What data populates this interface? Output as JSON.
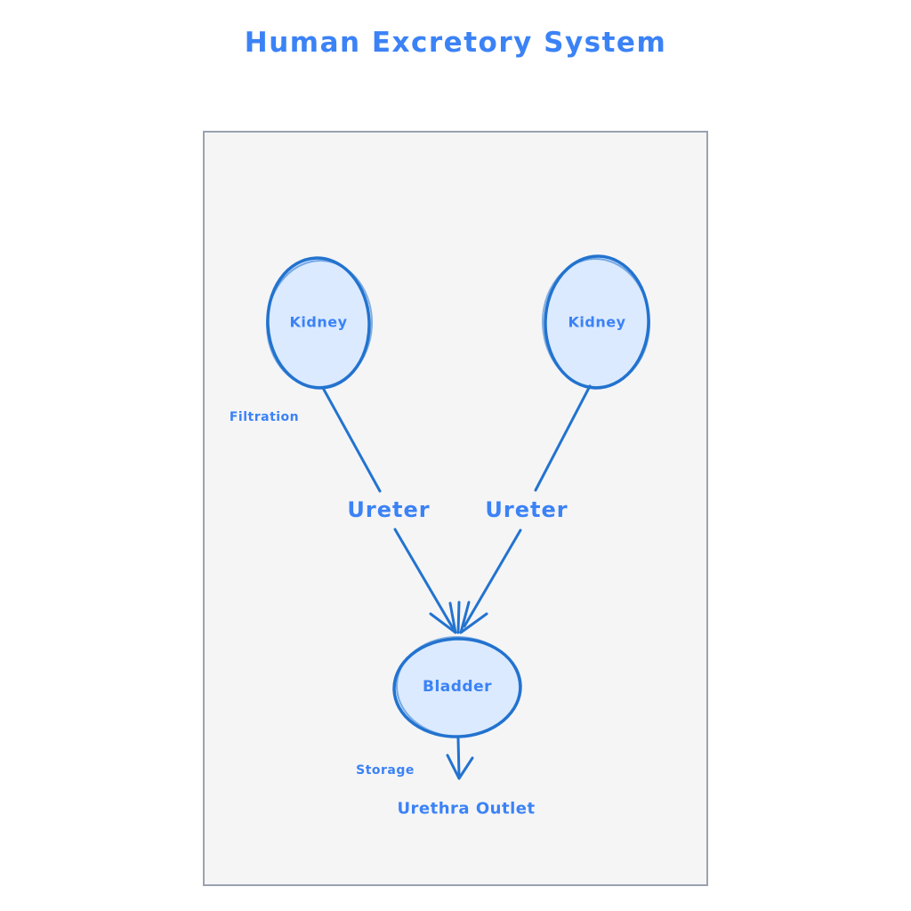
{
  "title": "Human Excretory System",
  "colors": {
    "accent": "#3b82f6",
    "shape_stroke": "#2373cf",
    "shape_fill": "#dbeafe",
    "frame_border": "#9aa2af",
    "frame_bg": "#f5f5f6",
    "page_bg": "#ffffff"
  },
  "nodes": {
    "kidney_left": {
      "label": "Kidney"
    },
    "kidney_right": {
      "label": "Kidney"
    },
    "bladder": {
      "label": "Bladder"
    }
  },
  "edges": {
    "ureter_left": {
      "label": "Ureter"
    },
    "ureter_right": {
      "label": "Ureter"
    },
    "outlet": {
      "label": "Urethra Outlet"
    }
  },
  "annotations": {
    "filtration": "Filtration",
    "storage": "Storage"
  }
}
